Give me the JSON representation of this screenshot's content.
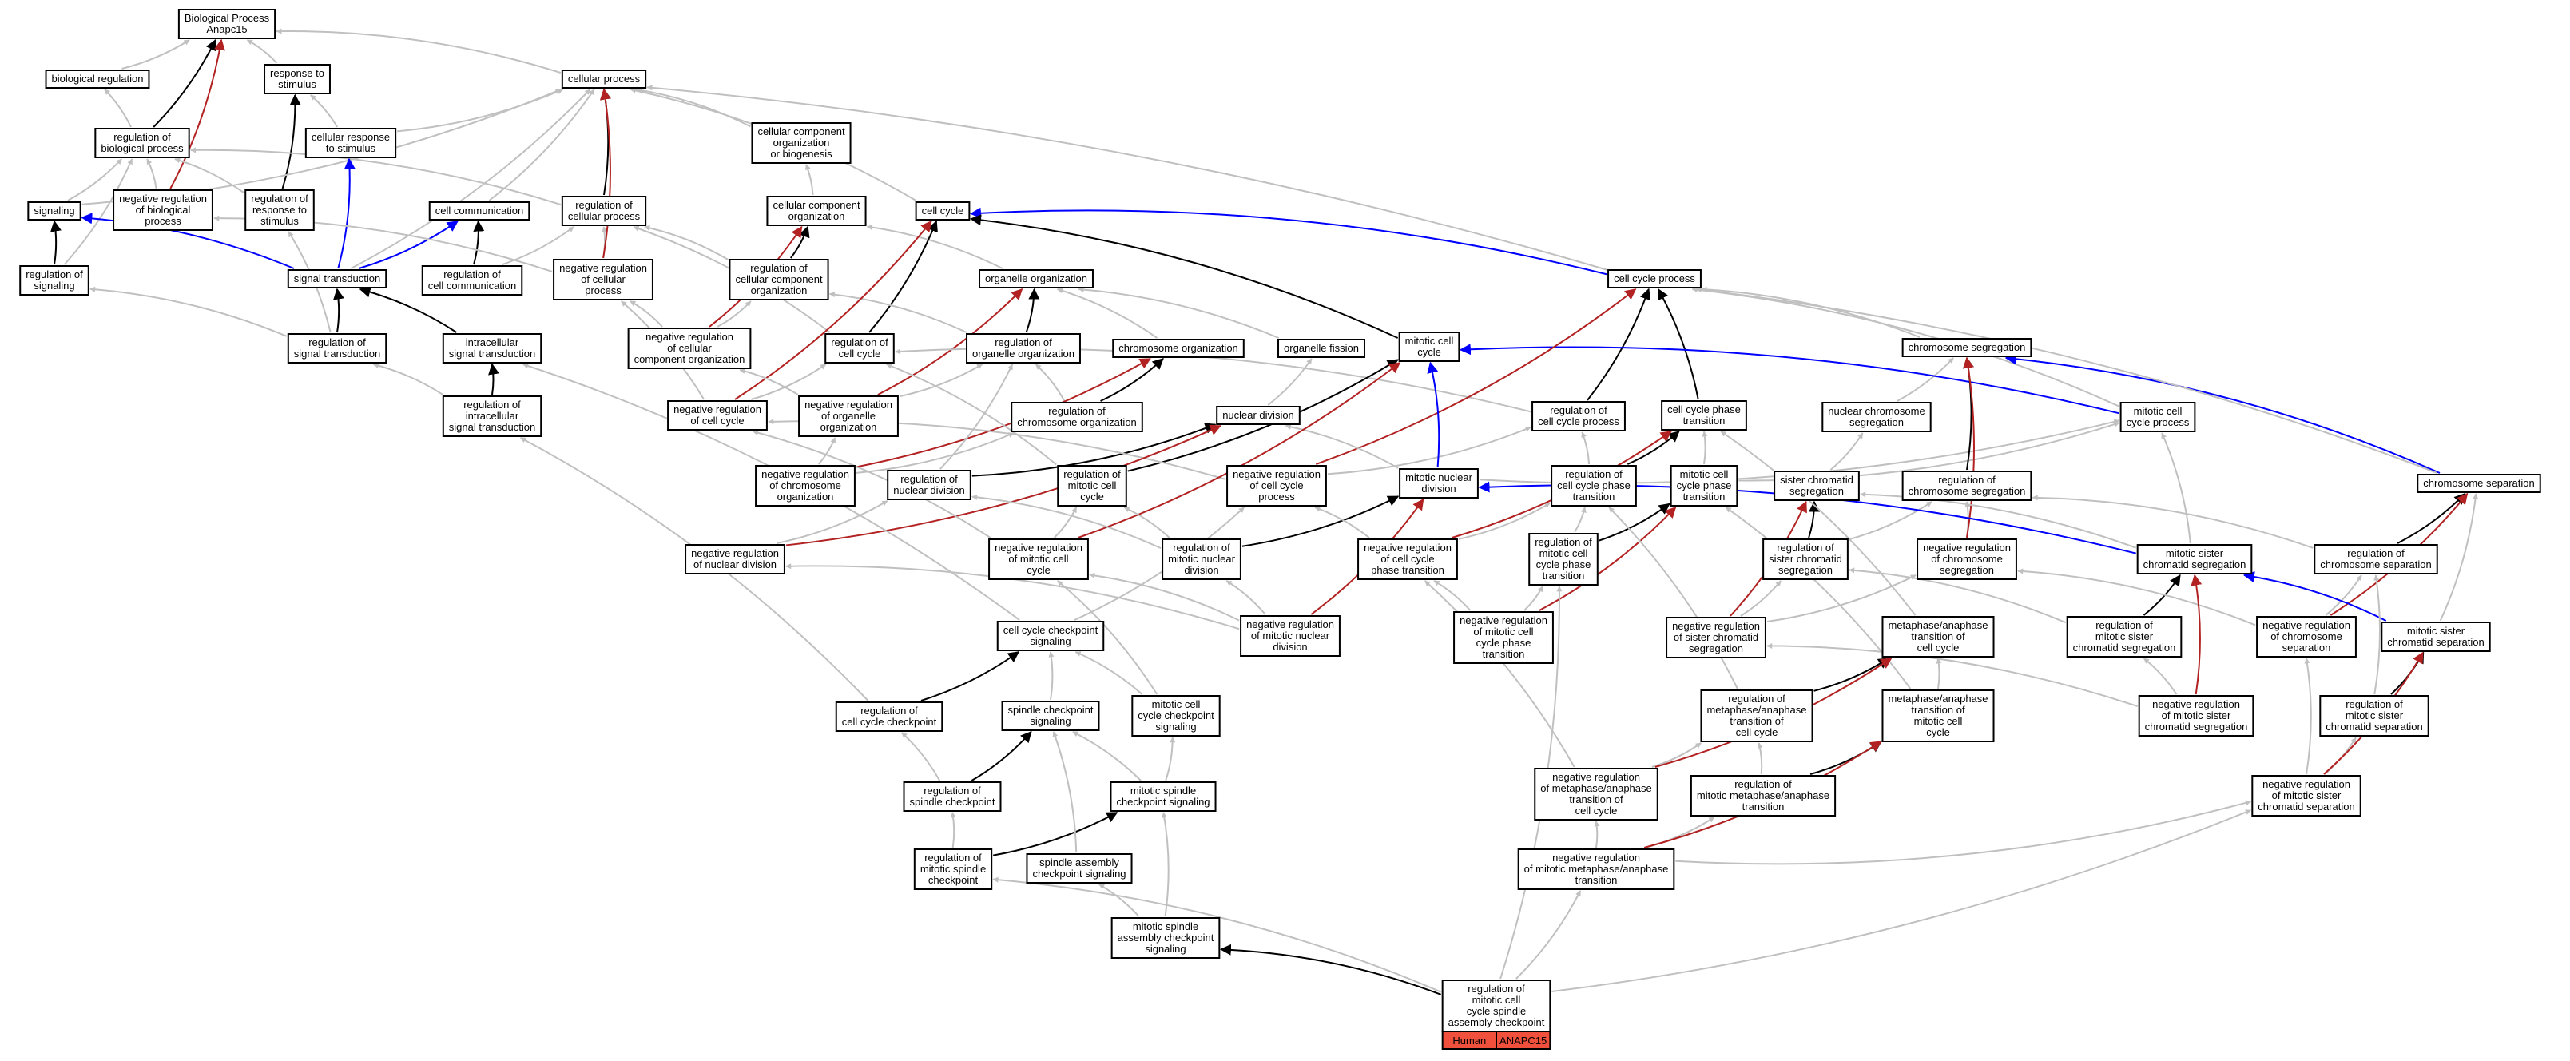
{
  "colors": {
    "is_a": "#c0c0c0",
    "part_of": "#000000",
    "positively_regulates": "#0000ff",
    "negatively_regulates": "#b22222",
    "legend_fill": "#f0503c"
  },
  "legend": {
    "species": "Human",
    "gene": "ANAPC15"
  },
  "nodes": [
    {
      "id": "bp",
      "lines": [
        "Biological Process",
        "Anapc15"
      ]
    },
    {
      "id": "biological_regulation",
      "lines": [
        "biological regulation"
      ]
    },
    {
      "id": "response_to_stimulus",
      "lines": [
        "response to",
        "stimulus"
      ]
    },
    {
      "id": "cellular_process",
      "lines": [
        "cellular process"
      ]
    },
    {
      "id": "cellular_response_to_stimulus",
      "lines": [
        "cellular response",
        "to stimulus"
      ]
    },
    {
      "id": "regulation_of_biological_process",
      "lines": [
        "regulation of",
        "biological process"
      ]
    },
    {
      "id": "negative_regulation_of_biological_process",
      "lines": [
        "negative regulation",
        "of biological",
        "process"
      ]
    },
    {
      "id": "regulation_of_response_to_stimulus",
      "lines": [
        "regulation of",
        "response to",
        "stimulus"
      ]
    },
    {
      "id": "signaling",
      "lines": [
        "signaling"
      ]
    },
    {
      "id": "cell_communication",
      "lines": [
        "cell communication"
      ]
    },
    {
      "id": "regulation_of_cellular_process",
      "lines": [
        "regulation of",
        "cellular process"
      ]
    },
    {
      "id": "cellular_component_organization_or_biogenesis",
      "lines": [
        "cellular component",
        "organization",
        "or biogenesis"
      ]
    },
    {
      "id": "cellular_component_organization",
      "lines": [
        "cellular component",
        "organization"
      ]
    },
    {
      "id": "cell_cycle",
      "lines": [
        "cell cycle"
      ]
    },
    {
      "id": "regulation_of_signaling",
      "lines": [
        "regulation of",
        "signaling"
      ]
    },
    {
      "id": "signal_transduction",
      "lines": [
        "signal transduction"
      ]
    },
    {
      "id": "regulation_of_cell_communication",
      "lines": [
        "regulation of",
        "cell communication"
      ]
    },
    {
      "id": "negative_regulation_of_cellular_process",
      "lines": [
        "negative regulation",
        "of cellular",
        "process"
      ]
    },
    {
      "id": "regulation_of_cellular_component_organization",
      "lines": [
        "regulation of",
        "cellular component",
        "organization"
      ]
    },
    {
      "id": "organelle_organization",
      "lines": [
        "organelle organization"
      ]
    },
    {
      "id": "cell_cycle_process",
      "lines": [
        "cell cycle process"
      ]
    },
    {
      "id": "regulation_of_signal_transduction",
      "lines": [
        "regulation of",
        "signal transduction"
      ]
    },
    {
      "id": "intracellular_signal_transduction",
      "lines": [
        "intracellular",
        "signal transduction"
      ]
    },
    {
      "id": "negative_regulation_of_cellular_component_organization",
      "lines": [
        "negative regulation",
        "of cellular",
        "component organization"
      ]
    },
    {
      "id": "regulation_of_cell_cycle",
      "lines": [
        "regulation of",
        "cell cycle"
      ]
    },
    {
      "id": "regulation_of_organelle_organization",
      "lines": [
        "regulation of",
        "organelle organization"
      ]
    },
    {
      "id": "chromosome_organization",
      "lines": [
        "chromosome organization"
      ]
    },
    {
      "id": "organelle_fission",
      "lines": [
        "organelle fission"
      ]
    },
    {
      "id": "mitotic_cell_cycle",
      "lines": [
        "mitotic cell",
        "cycle"
      ]
    },
    {
      "id": "chromosome_segregation",
      "lines": [
        "chromosome segregation"
      ]
    },
    {
      "id": "regulation_of_intracellular_signal_transduction",
      "lines": [
        "regulation of",
        "intracellular",
        "signal transduction"
      ]
    },
    {
      "id": "negative_regulation_of_cell_cycle",
      "lines": [
        "negative regulation",
        "of cell cycle"
      ]
    },
    {
      "id": "negative_regulation_of_organelle_organization",
      "lines": [
        "negative regulation",
        "of organelle",
        "organization"
      ]
    },
    {
      "id": "regulation_of_chromosome_organization",
      "lines": [
        "regulation of",
        "chromosome organization"
      ]
    },
    {
      "id": "nuclear_division",
      "lines": [
        "nuclear division"
      ]
    },
    {
      "id": "regulation_of_cell_cycle_process",
      "lines": [
        "regulation of",
        "cell cycle process"
      ]
    },
    {
      "id": "cell_cycle_phase_transition",
      "lines": [
        "cell cycle phase",
        "transition"
      ]
    },
    {
      "id": "nuclear_chromosome_segregation",
      "lines": [
        "nuclear chromosome",
        "segregation"
      ]
    },
    {
      "id": "mitotic_cell_cycle_process",
      "lines": [
        "mitotic cell",
        "cycle process"
      ]
    },
    {
      "id": "negative_regulation_of_chromosome_organization",
      "lines": [
        "negative regulation",
        "of chromosome",
        "organization"
      ]
    },
    {
      "id": "regulation_of_nuclear_division",
      "lines": [
        "regulation of",
        "nuclear division"
      ]
    },
    {
      "id": "regulation_of_mitotic_cell_cycle",
      "lines": [
        "regulation of",
        "mitotic cell",
        "cycle"
      ]
    },
    {
      "id": "negative_regulation_of_cell_cycle_process",
      "lines": [
        "negative regulation",
        "of cell cycle",
        "process"
      ]
    },
    {
      "id": "mitotic_nuclear_division",
      "lines": [
        "mitotic nuclear",
        "division"
      ]
    },
    {
      "id": "regulation_of_cell_cycle_phase_transition",
      "lines": [
        "regulation of",
        "cell cycle phase",
        "transition"
      ]
    },
    {
      "id": "mitotic_cell_cycle_phase_transition",
      "lines": [
        "mitotic cell",
        "cycle phase",
        "transition"
      ]
    },
    {
      "id": "sister_chromatid_segregation",
      "lines": [
        "sister chromatid",
        "segregation"
      ]
    },
    {
      "id": "regulation_of_chromosome_segregation",
      "lines": [
        "regulation of",
        "chromosome segregation"
      ]
    },
    {
      "id": "chromosome_separation",
      "lines": [
        "chromosome separation"
      ]
    },
    {
      "id": "negative_regulation_of_nuclear_division",
      "lines": [
        "negative regulation",
        "of nuclear division"
      ]
    },
    {
      "id": "negative_regulation_of_mitotic_cell_cycle",
      "lines": [
        "negative regulation",
        "of mitotic cell",
        "cycle"
      ]
    },
    {
      "id": "regulation_of_mitotic_nuclear_division",
      "lines": [
        "regulation of",
        "mitotic nuclear",
        "division"
      ]
    },
    {
      "id": "negative_regulation_of_cell_cycle_phase_transition",
      "lines": [
        "negative regulation",
        "of cell cycle",
        "phase transition"
      ]
    },
    {
      "id": "regulation_of_mitotic_cell_cycle_phase_transition",
      "lines": [
        "regulation of",
        "mitotic cell",
        "cycle phase",
        "transition"
      ]
    },
    {
      "id": "regulation_of_sister_chromatid_segregation",
      "lines": [
        "regulation of",
        "sister chromatid",
        "segregation"
      ]
    },
    {
      "id": "negative_regulation_of_chromosome_segregation",
      "lines": [
        "negative regulation",
        "of chromosome",
        "segregation"
      ]
    },
    {
      "id": "mitotic_sister_chromatid_segregation",
      "lines": [
        "mitotic sister",
        "chromatid segregation"
      ]
    },
    {
      "id": "regulation_of_chromosome_separation",
      "lines": [
        "regulation of",
        "chromosome separation"
      ]
    },
    {
      "id": "cell_cycle_checkpoint_signaling",
      "lines": [
        "cell cycle checkpoint",
        "signaling"
      ]
    },
    {
      "id": "negative_regulation_of_mitotic_nuclear_division",
      "lines": [
        "negative regulation",
        "of mitotic nuclear",
        "division"
      ]
    },
    {
      "id": "negative_regulation_of_mitotic_cell_cycle_phase_transition",
      "lines": [
        "negative regulation",
        "of mitotic cell",
        "cycle phase",
        "transition"
      ]
    },
    {
      "id": "negative_regulation_of_sister_chromatid_segregation",
      "lines": [
        "negative regulation",
        "of sister chromatid",
        "segregation"
      ]
    },
    {
      "id": "metaphase_anaphase_transition_of_cell_cycle",
      "lines": [
        "metaphase/anaphase",
        "transition of",
        "cell cycle"
      ]
    },
    {
      "id": "regulation_of_mitotic_sister_chromatid_segregation",
      "lines": [
        "regulation of",
        "mitotic sister",
        "chromatid segregation"
      ]
    },
    {
      "id": "negative_regulation_of_chromosome_separation",
      "lines": [
        "negative regulation",
        "of chromosome",
        "separation"
      ]
    },
    {
      "id": "mitotic_sister_chromatid_separation",
      "lines": [
        "mitotic sister",
        "chromatid separation"
      ]
    },
    {
      "id": "regulation_of_cell_cycle_checkpoint",
      "lines": [
        "regulation of",
        "cell cycle checkpoint"
      ]
    },
    {
      "id": "spindle_checkpoint_signaling",
      "lines": [
        "spindle checkpoint",
        "signaling"
      ]
    },
    {
      "id": "mitotic_cell_cycle_checkpoint_signaling",
      "lines": [
        "mitotic cell",
        "cycle checkpoint",
        "signaling"
      ]
    },
    {
      "id": "regulation_of_metaphase_anaphase_transition_of_cell_cycle",
      "lines": [
        "regulation of",
        "metaphase/anaphase",
        "transition of",
        "cell cycle"
      ]
    },
    {
      "id": "metaphase_anaphase_transition_of_mitotic_cell_cycle",
      "lines": [
        "metaphase/anaphase",
        "transition of",
        "mitotic cell",
        "cycle"
      ]
    },
    {
      "id": "negative_regulation_of_mitotic_sister_chromatid_segregation",
      "lines": [
        "negative regulation",
        "of mitotic sister",
        "chromatid segregation"
      ]
    },
    {
      "id": "regulation_of_mitotic_sister_chromatid_separation",
      "lines": [
        "regulation of",
        "mitotic sister",
        "chromatid separation"
      ]
    },
    {
      "id": "regulation_of_spindle_checkpoint",
      "lines": [
        "regulation of",
        "spindle checkpoint"
      ]
    },
    {
      "id": "mitotic_spindle_checkpoint_signaling",
      "lines": [
        "mitotic spindle",
        "checkpoint signaling"
      ]
    },
    {
      "id": "negative_regulation_of_metaphase_anaphase_transition_of_cell_cycle",
      "lines": [
        "negative regulation",
        "of metaphase/anaphase",
        "transition of",
        "cell cycle"
      ]
    },
    {
      "id": "regulation_of_mitotic_metaphase_anaphase_transition",
      "lines": [
        "regulation of",
        "mitotic metaphase/anaphase",
        "transition"
      ]
    },
    {
      "id": "negative_regulation_of_mitotic_sister_chromatid_separation",
      "lines": [
        "negative regulation",
        "of mitotic sister",
        "chromatid separation"
      ]
    },
    {
      "id": "regulation_of_mitotic_spindle_checkpoint",
      "lines": [
        "regulation of",
        "mitotic spindle",
        "checkpoint"
      ]
    },
    {
      "id": "spindle_assembly_checkpoint_signaling",
      "lines": [
        "spindle assembly",
        "checkpoint signaling"
      ]
    },
    {
      "id": "negative_regulation_of_mitotic_metaphase_anaphase_transition",
      "lines": [
        "negative regulation",
        "of mitotic metaphase/anaphase",
        "transition"
      ]
    },
    {
      "id": "mitotic_spindle_assembly_checkpoint_signaling",
      "lines": [
        "mitotic spindle",
        "assembly checkpoint",
        "signaling"
      ]
    },
    {
      "id": "regulation_of_mitotic_cell_cycle_spindle_assembly_checkpoint",
      "lines": [
        "regulation of",
        "mitotic cell",
        "cycle spindle",
        "assembly checkpoint"
      ]
    }
  ]
}
